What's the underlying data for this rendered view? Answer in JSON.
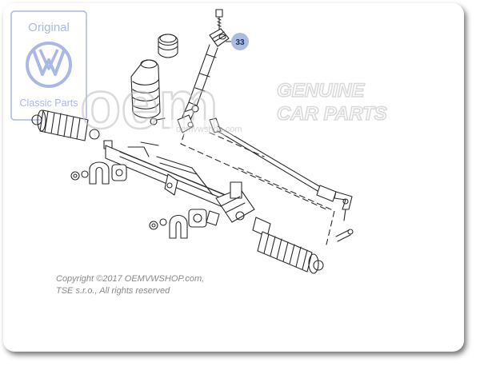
{
  "badge": {
    "number": "33",
    "color": "#a9bde3"
  },
  "logo_vw": {
    "top_text": "Original",
    "bottom_text": "Classic Parts",
    "color": "#aab8e4"
  },
  "watermark": {
    "brand": "oem",
    "line1": "GENUINE",
    "line2": "CAR PARTS",
    "url": "oemvwshop.com",
    "color": "#c9c9c9"
  },
  "copyright": {
    "line1": "Copyright ©2017 OEMVWSHOP.com,",
    "line2": "TSE s.r.o., All rights reserved",
    "color": "#8a8a8a"
  },
  "colors": {
    "line": "#2a2a2a",
    "card_shadow": "#555555"
  }
}
